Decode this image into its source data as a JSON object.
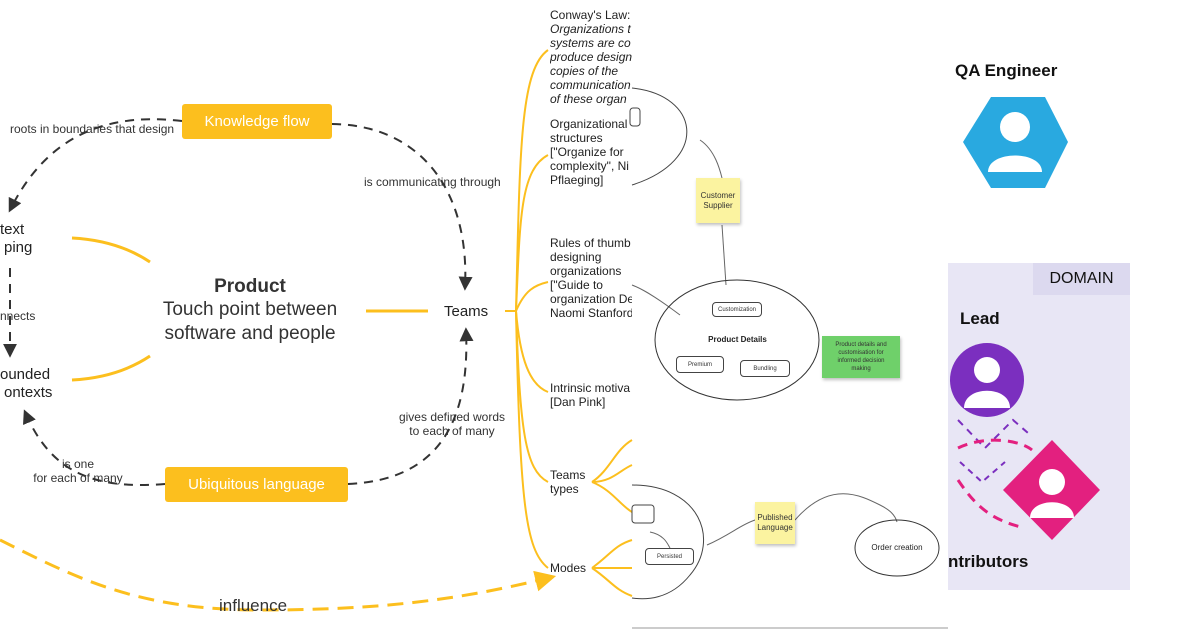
{
  "left_diagram": {
    "knowledge_flow": "Knowledge flow",
    "ubiquitous_language": "Ubiquitous language",
    "product_title": "Product",
    "product_sub1": "Touch point between",
    "product_sub2": "software and people",
    "teams": "Teams",
    "context_mapping_1": "text",
    "context_mapping_2": "ping",
    "bounded_1": "ounded",
    "bounded_2": "ontexts",
    "connects": "nnects",
    "roots": "roots in boundaries that design",
    "communicating": "is communicating through",
    "gives_1": "gives defined words",
    "gives_2": "to each of many",
    "is_one_1": "is one",
    "is_one_2": "for each of many",
    "influence": "influence"
  },
  "outline": {
    "conway_title": "Conway's Law:",
    "conway_lines": [
      "Organizations t",
      "systems are co",
      "produce design",
      "copies of the",
      "communication",
      "of these organ"
    ],
    "org_lines": [
      "Organizational",
      "structures",
      "[\"Organize for",
      "complexity\", Ni",
      "Pflaeging]"
    ],
    "rules_lines": [
      "Rules of thumb",
      "designing",
      "organizations",
      "[\"Guide to",
      "organization De",
      "Naomi Stanford"
    ],
    "intrinsic_lines": [
      "Intrinsic motiva",
      "[Dan Pink]"
    ],
    "teams_types_lines": [
      "Teams",
      "types"
    ],
    "modes": "Modes"
  },
  "whiteboard": {
    "customer_supplier_1": "Customer",
    "customer_supplier_2": "Supplier",
    "product_details": "Product Details",
    "customization": "Customization",
    "premium": "Premium",
    "bundling": "Bundling",
    "green_note_1": "Product details and",
    "green_note_2": "customisation for",
    "green_note_3": "informed decision",
    "green_note_4": "making",
    "published_1": "Published",
    "published_2": "Language",
    "persisted": "Persisted",
    "order_creation": "Order creation"
  },
  "personas": {
    "qa_engineer": "QA Engineer",
    "domain": "DOMAIN",
    "lead": "Lead",
    "contributors": "ntributors"
  },
  "colors": {
    "orange": "#fcbf1e",
    "qa_blue": "#29a9e0",
    "lead_purple": "#7b2fbf",
    "contributor_pink": "#e3207f",
    "domain_bg": "#e8e6f5",
    "sticky_yellow": "#fbf3a0",
    "sticky_green": "#6fd06a"
  }
}
